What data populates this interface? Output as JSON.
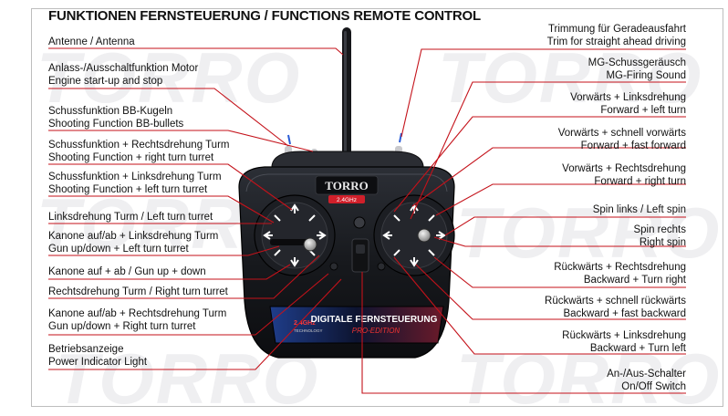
{
  "title": "FUNKTIONEN FERNSTEUERUNG / FUNCTIONS REMOTE CONTROL",
  "watermark": "TORRO",
  "brand": {
    "logo": "TORRO",
    "frequency": "2.4GHz",
    "panel_frequency": "2.4GHz",
    "panel_sub": "TECHNOLOGY",
    "panel_title": "DIGITALE FERNSTEUERUNG",
    "panel_edition": "PRO-EDITION"
  },
  "left_labels": [
    {
      "lines": [
        "Antenne / Antenna"
      ]
    },
    {
      "lines": [
        "Anlass-/Ausschaltfunktion Motor",
        "Engine start-up and stop"
      ]
    },
    {
      "lines": [
        "Schussfunktion BB-Kugeln",
        "Shooting Function BB-bullets"
      ]
    },
    {
      "lines": [
        "Schussfunktion + Rechtsdrehung Turm",
        "Shooting Function + right turn turret"
      ]
    },
    {
      "lines": [
        "Schussfunktion + Linksdrehung Turm",
        "Shooting Function + left turn turret"
      ]
    },
    {
      "lines": [
        "Linksdrehung Turm / Left turn turret"
      ]
    },
    {
      "lines": [
        "Kanone auf/ab + Linksdrehung Turm",
        "Gun up/down + Left turn turret"
      ]
    },
    {
      "lines": [
        "Kanone auf + ab / Gun up + down"
      ]
    },
    {
      "lines": [
        "Rechtsdrehung Turm / Right turn turret"
      ]
    },
    {
      "lines": [
        "Kanone auf/ab + Rechtsdrehung Turm",
        "Gun up/down + Right turn turret"
      ]
    },
    {
      "lines": [
        "Betriebsanzeige",
        "Power Indicator Light"
      ]
    }
  ],
  "right_labels": [
    {
      "lines": [
        "Trimmung für Geradeausfahrt",
        "Trim for straight ahead driving"
      ]
    },
    {
      "lines": [
        "MG-Schussgeräusch",
        "MG-Firing Sound"
      ]
    },
    {
      "lines": [
        "Vorwärts + Linksdrehung",
        "Forward + left turn"
      ]
    },
    {
      "lines": [
        "Vorwärts + schnell vorwärts",
        "Forward + fast forward"
      ]
    },
    {
      "lines": [
        "Vorwärts + Rechtsdrehung",
        "Forward + right turn"
      ]
    },
    {
      "lines": [
        "Spin links / Left spin"
      ]
    },
    {
      "lines": [
        "Spin rechts",
        "Right spin"
      ]
    },
    {
      "lines": [
        "Rückwärts + Rechtsdrehung",
        "Backward + Turn right"
      ]
    },
    {
      "lines": [
        "Rückwärts + schnell rückwärts",
        "Backward + fast backward"
      ]
    },
    {
      "lines": [
        "Rückwärts + Linksdrehung",
        "Backward + Turn left"
      ]
    },
    {
      "lines": [
        "An-/Aus-Schalter",
        "On/Off Switch"
      ]
    }
  ],
  "colors": {
    "leader_line": "#c4121a",
    "body": "#1b1d22",
    "accent_red": "#d11f2a",
    "accent_blue": "#2a6fd6",
    "watermark": "#efeff1"
  }
}
